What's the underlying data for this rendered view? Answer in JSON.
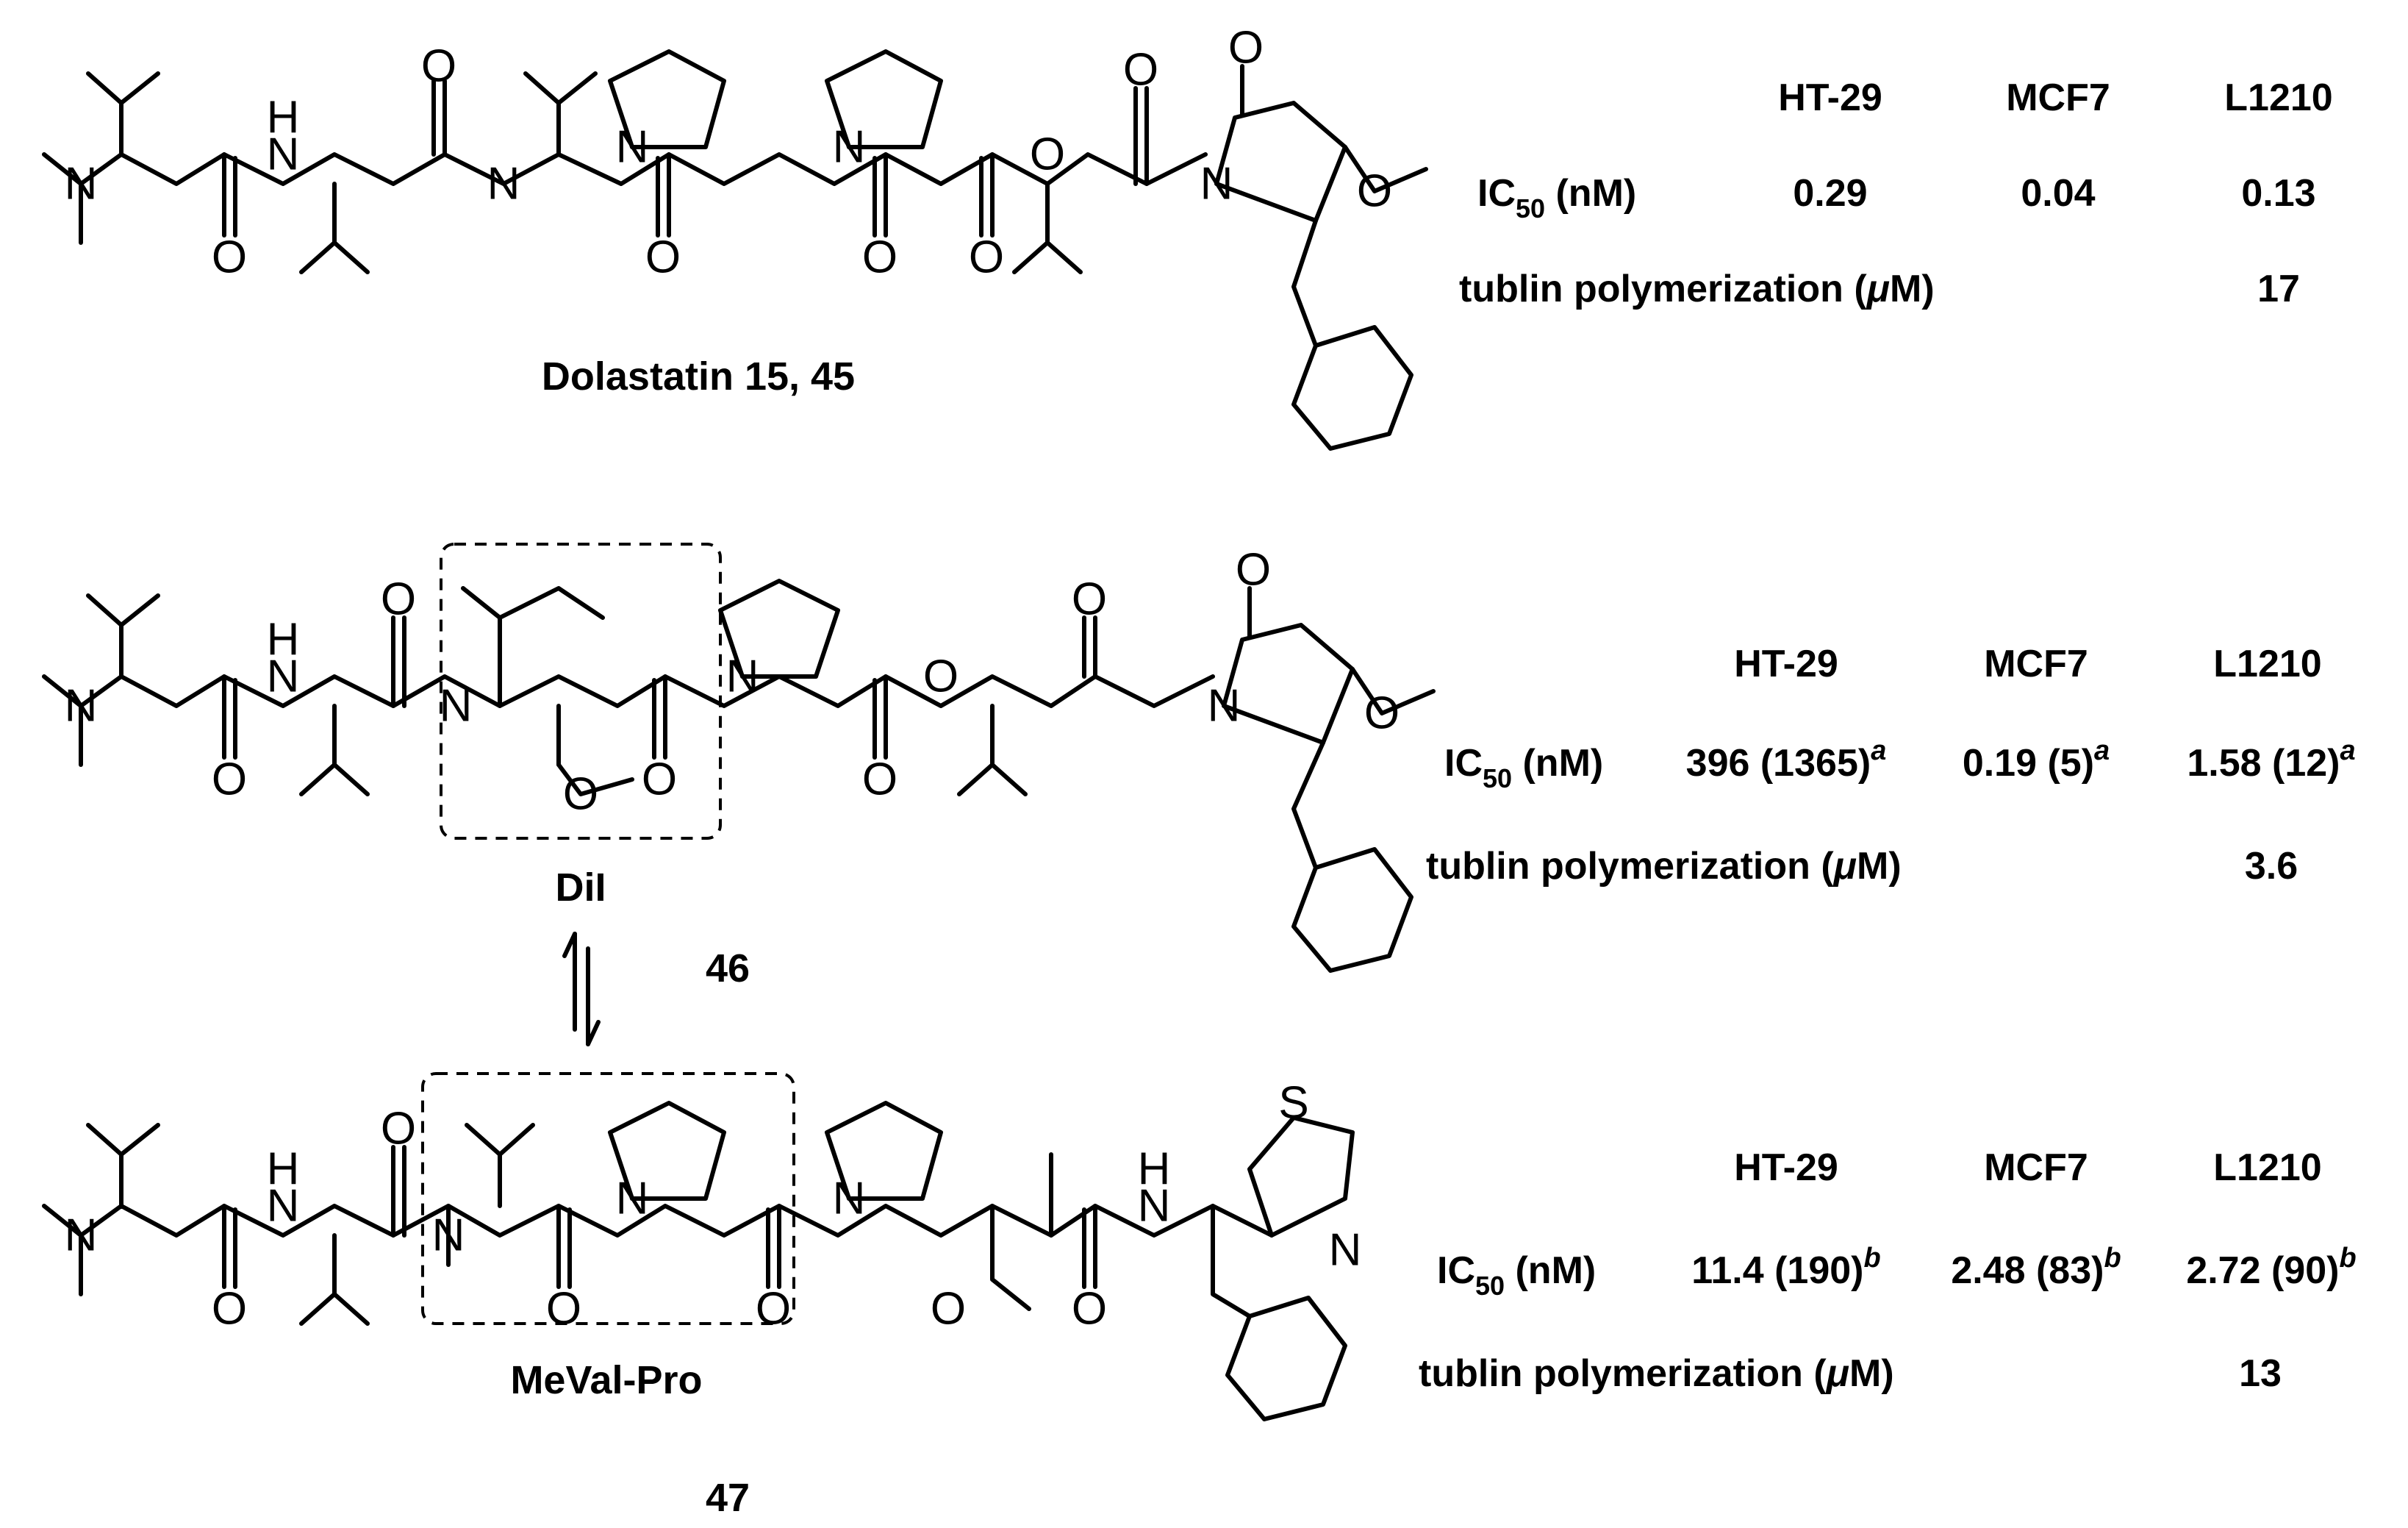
{
  "compounds": [
    {
      "caption": "Dolastatin 15, 45",
      "table": {
        "columns": [
          "HT-29",
          "MCF7",
          "L1210"
        ],
        "ic50_label": "IC",
        "ic50_sub": "50",
        "ic50_unit": " (nM)",
        "ic50_values": [
          {
            "v": "0.29",
            "note": ""
          },
          {
            "v": "0.04",
            "note": ""
          },
          {
            "v": "0.13",
            "note": ""
          }
        ],
        "tubulin_label_pre": "tublin polymerization (",
        "tubulin_mu": "μ",
        "tubulin_label_post": "M)",
        "tubulin_value": "17"
      }
    },
    {
      "box_label": "DiI",
      "caption": "46",
      "table": {
        "columns": [
          "HT-29",
          "MCF7",
          "L1210"
        ],
        "ic50_label": "IC",
        "ic50_sub": "50",
        "ic50_unit": " (nM)",
        "ic50_values": [
          {
            "v": "396 (1365)",
            "note": "a"
          },
          {
            "v": "0.19 (5)",
            "note": "a"
          },
          {
            "v": "1.58 (12)",
            "note": "a"
          }
        ],
        "tubulin_label_pre": "tublin polymerization (",
        "tubulin_mu": "μ",
        "tubulin_label_post": "M)",
        "tubulin_value": "3.6"
      }
    },
    {
      "box_label": "MeVal-Pro",
      "caption": "47",
      "table": {
        "columns": [
          "HT-29",
          "MCF7",
          "L1210"
        ],
        "ic50_label": "IC",
        "ic50_sub": "50",
        "ic50_unit": " (nM)",
        "ic50_values": [
          {
            "v": "11.4 (190)",
            "note": "b"
          },
          {
            "v": "2.48 (83)",
            "note": "b"
          },
          {
            "v": "2.72 (90)",
            "note": "b"
          }
        ],
        "tubulin_label_pre": "tublin polymerization (",
        "tubulin_mu": "μ",
        "tubulin_label_post": "M)",
        "tubulin_value": "13"
      }
    }
  ],
  "atoms": {
    "N": "N",
    "H": "H",
    "O": "O",
    "S": "S"
  }
}
